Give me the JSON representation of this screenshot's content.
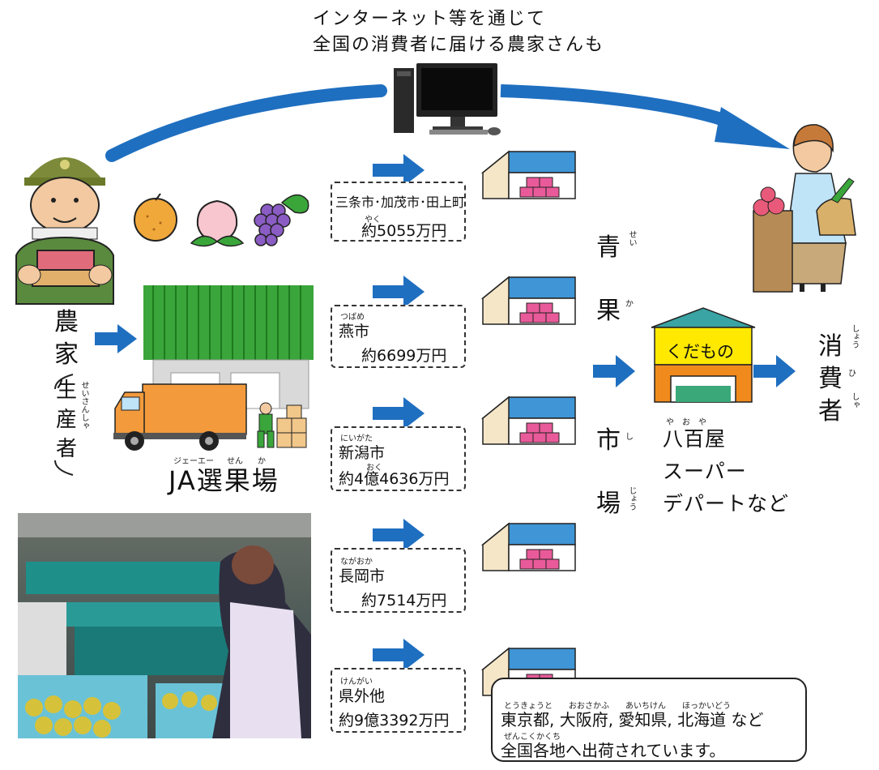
{
  "top_note": {
    "line1": "インターネット等を通じて",
    "line2": "全国の消費者に届ける農家さんも"
  },
  "farmer": {
    "label_chars": [
      "農",
      "家"
    ],
    "sub_chars": [
      "生",
      "産",
      "者"
    ],
    "sub_ruby": "せいさんしゃ"
  },
  "ja": {
    "label": "JA選果場",
    "ruby_ja": "ジェーエー",
    "ruby_sen": "せん",
    "ruby_ka": "か"
  },
  "markets": [
    {
      "name": "三条市･加茂市･田上町",
      "ruby": "",
      "amount_prefix": "約",
      "amount_ruby": "やく",
      "amount": "5055万円"
    },
    {
      "name": "燕市",
      "ruby": "つばめ",
      "amount_prefix": "約",
      "amount_ruby": "",
      "amount": "6699万円"
    },
    {
      "name": "新潟市",
      "ruby": "にいがた",
      "amount_prefix": "約",
      "amount_ruby": "おく",
      "amount": "4億4636万円"
    },
    {
      "name": "長岡市",
      "ruby": "ながおか",
      "amount_prefix": "約",
      "amount_ruby": "",
      "amount": "7514万円"
    },
    {
      "name": "県外他",
      "ruby": "けんがい",
      "amount_prefix": "約",
      "amount_ruby": "",
      "amount": "9億3392万円"
    }
  ],
  "market_label": {
    "chars": [
      "青",
      "果",
      "市",
      "場"
    ],
    "ruby": [
      "せい",
      "か",
      "し",
      "じょう"
    ]
  },
  "shop": {
    "sign": "くだもの",
    "retail": [
      "八百屋",
      "スーパー",
      "デパートなど"
    ],
    "yaoya_ruby": "や　お　や"
  },
  "consumer": {
    "chars": [
      "消",
      "費",
      "者"
    ],
    "ruby": [
      "しょう",
      "ひ",
      "しゃ"
    ]
  },
  "note": {
    "ruby1": "とうきょうと　　おおさかふ　　あいちけん　　ほっかいどう",
    "line1": "東京都, 大阪府, 愛知県, 北海道 など",
    "ruby2": "ぜんこくかくち",
    "line2": "全国各地へ出荷されています。"
  },
  "colors": {
    "arrow": "#1f6fc0",
    "house_roof": "#3f95d6",
    "crates": "#e95a9a",
    "ja_roof": "#3aa53a",
    "truck": "#f39a3c",
    "shop_sign": "#ffe900",
    "shop_body": "#f08a1c",
    "shop_roof": "#3aa3a3"
  },
  "icons": [
    "computer-icon",
    "farmer-illustration",
    "persimmon-icon",
    "peach-icon",
    "grapes-icon",
    "warehouse-icon",
    "truck-icon",
    "worker-icon",
    "fruit-shop-icon",
    "consumer-illustration"
  ]
}
